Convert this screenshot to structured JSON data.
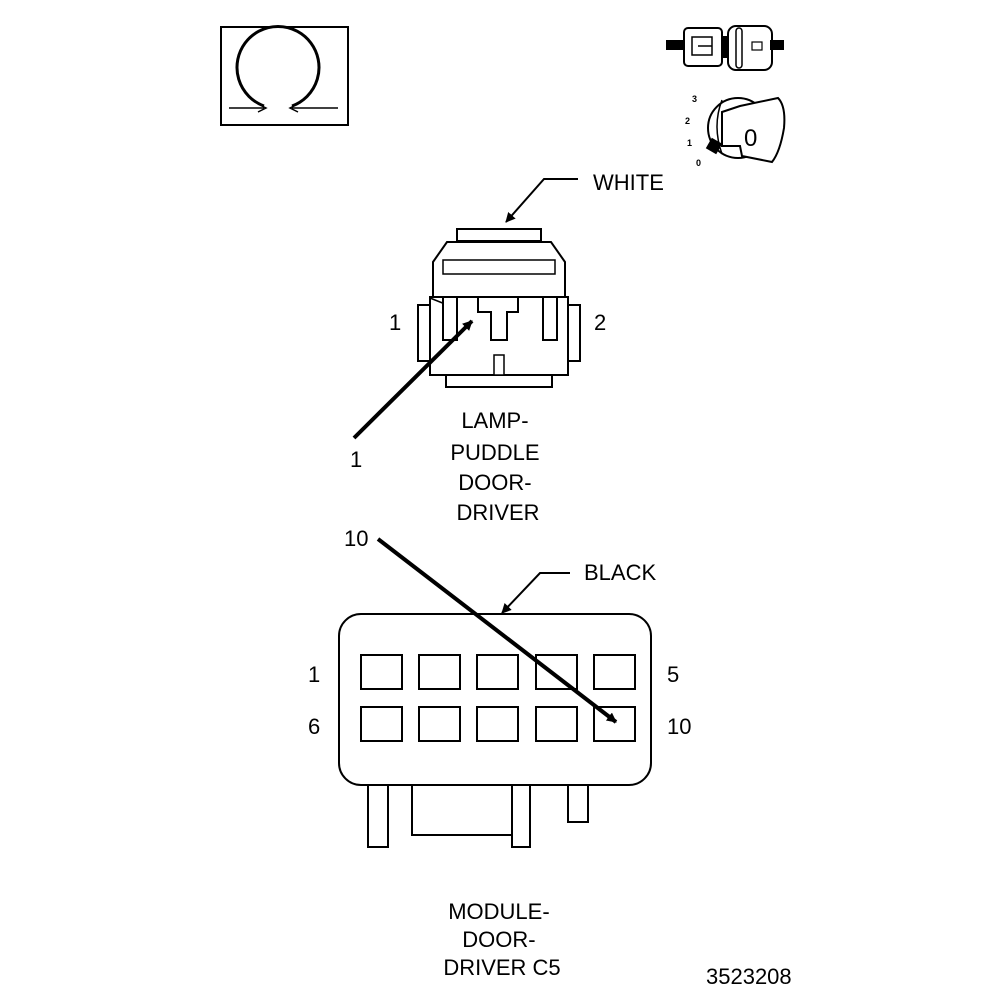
{
  "symbols": {
    "ohmmeter": {
      "icon": "ohmmeter-icon"
    },
    "connector_test": {
      "icon": "connector-disconnect-icon"
    },
    "ignition": {
      "icon": "ignition-key-icon",
      "positions": [
        "3",
        "2",
        "1",
        "0"
      ],
      "key_label": "0"
    }
  },
  "lamp_connector": {
    "color_label": "WHITE",
    "pin_left": "1",
    "pin_right": "2",
    "probe_pin": "1",
    "name_lines": [
      "LAMP-",
      "PUDDLE",
      "DOOR-",
      "DRIVER"
    ]
  },
  "module_connector": {
    "color_label": "BLACK",
    "probe_pin": "10",
    "pin_top_left": "1",
    "pin_top_right": "5",
    "pin_bottom_left": "6",
    "pin_bottom_right": "10",
    "name_lines": [
      "MODULE-",
      "DOOR-",
      "DRIVER C5"
    ]
  },
  "figure_id": "3523208"
}
